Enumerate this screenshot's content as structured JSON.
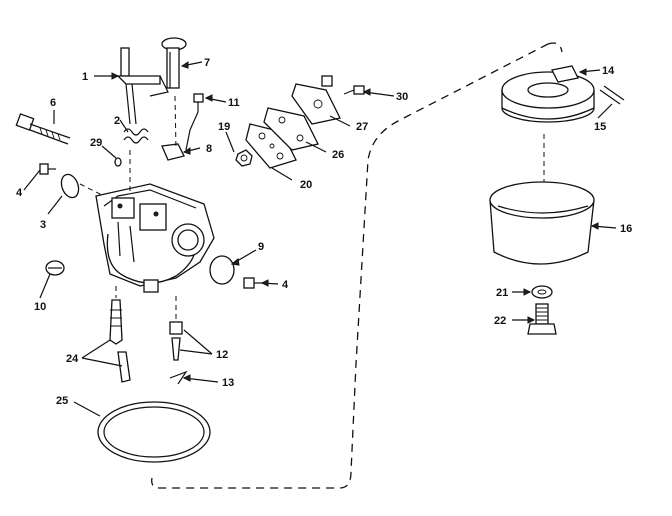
{
  "callouts": [
    {
      "key": "c1",
      "text": "1"
    },
    {
      "key": "c2",
      "text": "2"
    },
    {
      "key": "c3",
      "text": "3"
    },
    {
      "key": "c4a",
      "text": "4"
    },
    {
      "key": "c4b",
      "text": "4"
    },
    {
      "key": "c6",
      "text": "6"
    },
    {
      "key": "c7",
      "text": "7"
    },
    {
      "key": "c8",
      "text": "8"
    },
    {
      "key": "c9",
      "text": "9"
    },
    {
      "key": "c10",
      "text": "10"
    },
    {
      "key": "c11",
      "text": "11"
    },
    {
      "key": "c12",
      "text": "12"
    },
    {
      "key": "c13",
      "text": "13"
    },
    {
      "key": "c14",
      "text": "14"
    },
    {
      "key": "c15",
      "text": "15"
    },
    {
      "key": "c16",
      "text": "16"
    },
    {
      "key": "c19",
      "text": "19"
    },
    {
      "key": "c20",
      "text": "20"
    },
    {
      "key": "c21",
      "text": "21"
    },
    {
      "key": "c22",
      "text": "22"
    },
    {
      "key": "c24",
      "text": "24"
    },
    {
      "key": "c25",
      "text": "25"
    },
    {
      "key": "c26",
      "text": "26"
    },
    {
      "key": "c27",
      "text": "27"
    },
    {
      "key": "c29",
      "text": "29"
    },
    {
      "key": "c30",
      "text": "30"
    }
  ]
}
